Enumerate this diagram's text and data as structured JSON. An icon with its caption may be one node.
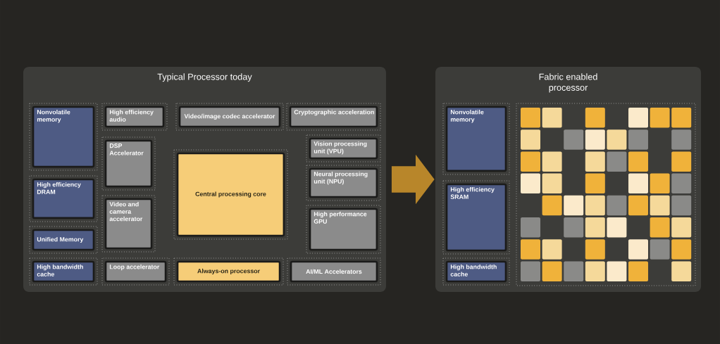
{
  "diagram": {
    "nodes": [
      {
        "text": [
          "Typical Processor today"
        ]
      },
      {
        "text": [
          "Nonvolatile memory"
        ],
        "in": 0
      },
      {
        "text": [
          "High efficiency audio"
        ],
        "in": 0
      },
      {
        "text": [
          "Video/image codec accelerator"
        ],
        "in": 0
      },
      {
        "text": [
          "Cryptographic acceleration"
        ],
        "in": 0
      },
      {
        "text": [
          "DSP Accelerator"
        ],
        "in": 0
      },
      {
        "text": [
          "Central processing core"
        ],
        "in": 0
      },
      {
        "text": [
          "Vision processing unit (VPU)"
        ],
        "in": 0
      },
      {
        "text": [
          "Neural processing unit (NPU)"
        ],
        "in": 0
      },
      {
        "text": [
          "High efficiency DRAM"
        ],
        "in": 0
      },
      {
        "text": [
          "Video and camera accelerator"
        ],
        "in": 0
      },
      {
        "text": [
          "High performance GPU"
        ],
        "in": 0
      },
      {
        "text": [
          "Unified Memory"
        ],
        "in": 0
      },
      {
        "text": [
          "High bandwidth cache"
        ],
        "in": 0
      },
      {
        "text": [
          "Loop accelerator"
        ],
        "in": 0
      },
      {
        "text": [
          "Always-on processor"
        ],
        "in": 0
      },
      {
        "text": [
          "AI/ML Accelerators"
        ],
        "in": 0
      },
      {
        "text": [
          "Fabric enabled processor"
        ]
      },
      {
        "text": [
          "Nonvolatile memory"
        ],
        "in": 17
      },
      {
        "text": [
          "High efficiency SRAM"
        ],
        "in": 17
      },
      {
        "text": [
          "High bandwidth cache"
        ],
        "in": 17
      }
    ],
    "edges": [
      {
        "from": 0,
        "to": 17,
        "arrow": "to"
      }
    ]
  }
}
